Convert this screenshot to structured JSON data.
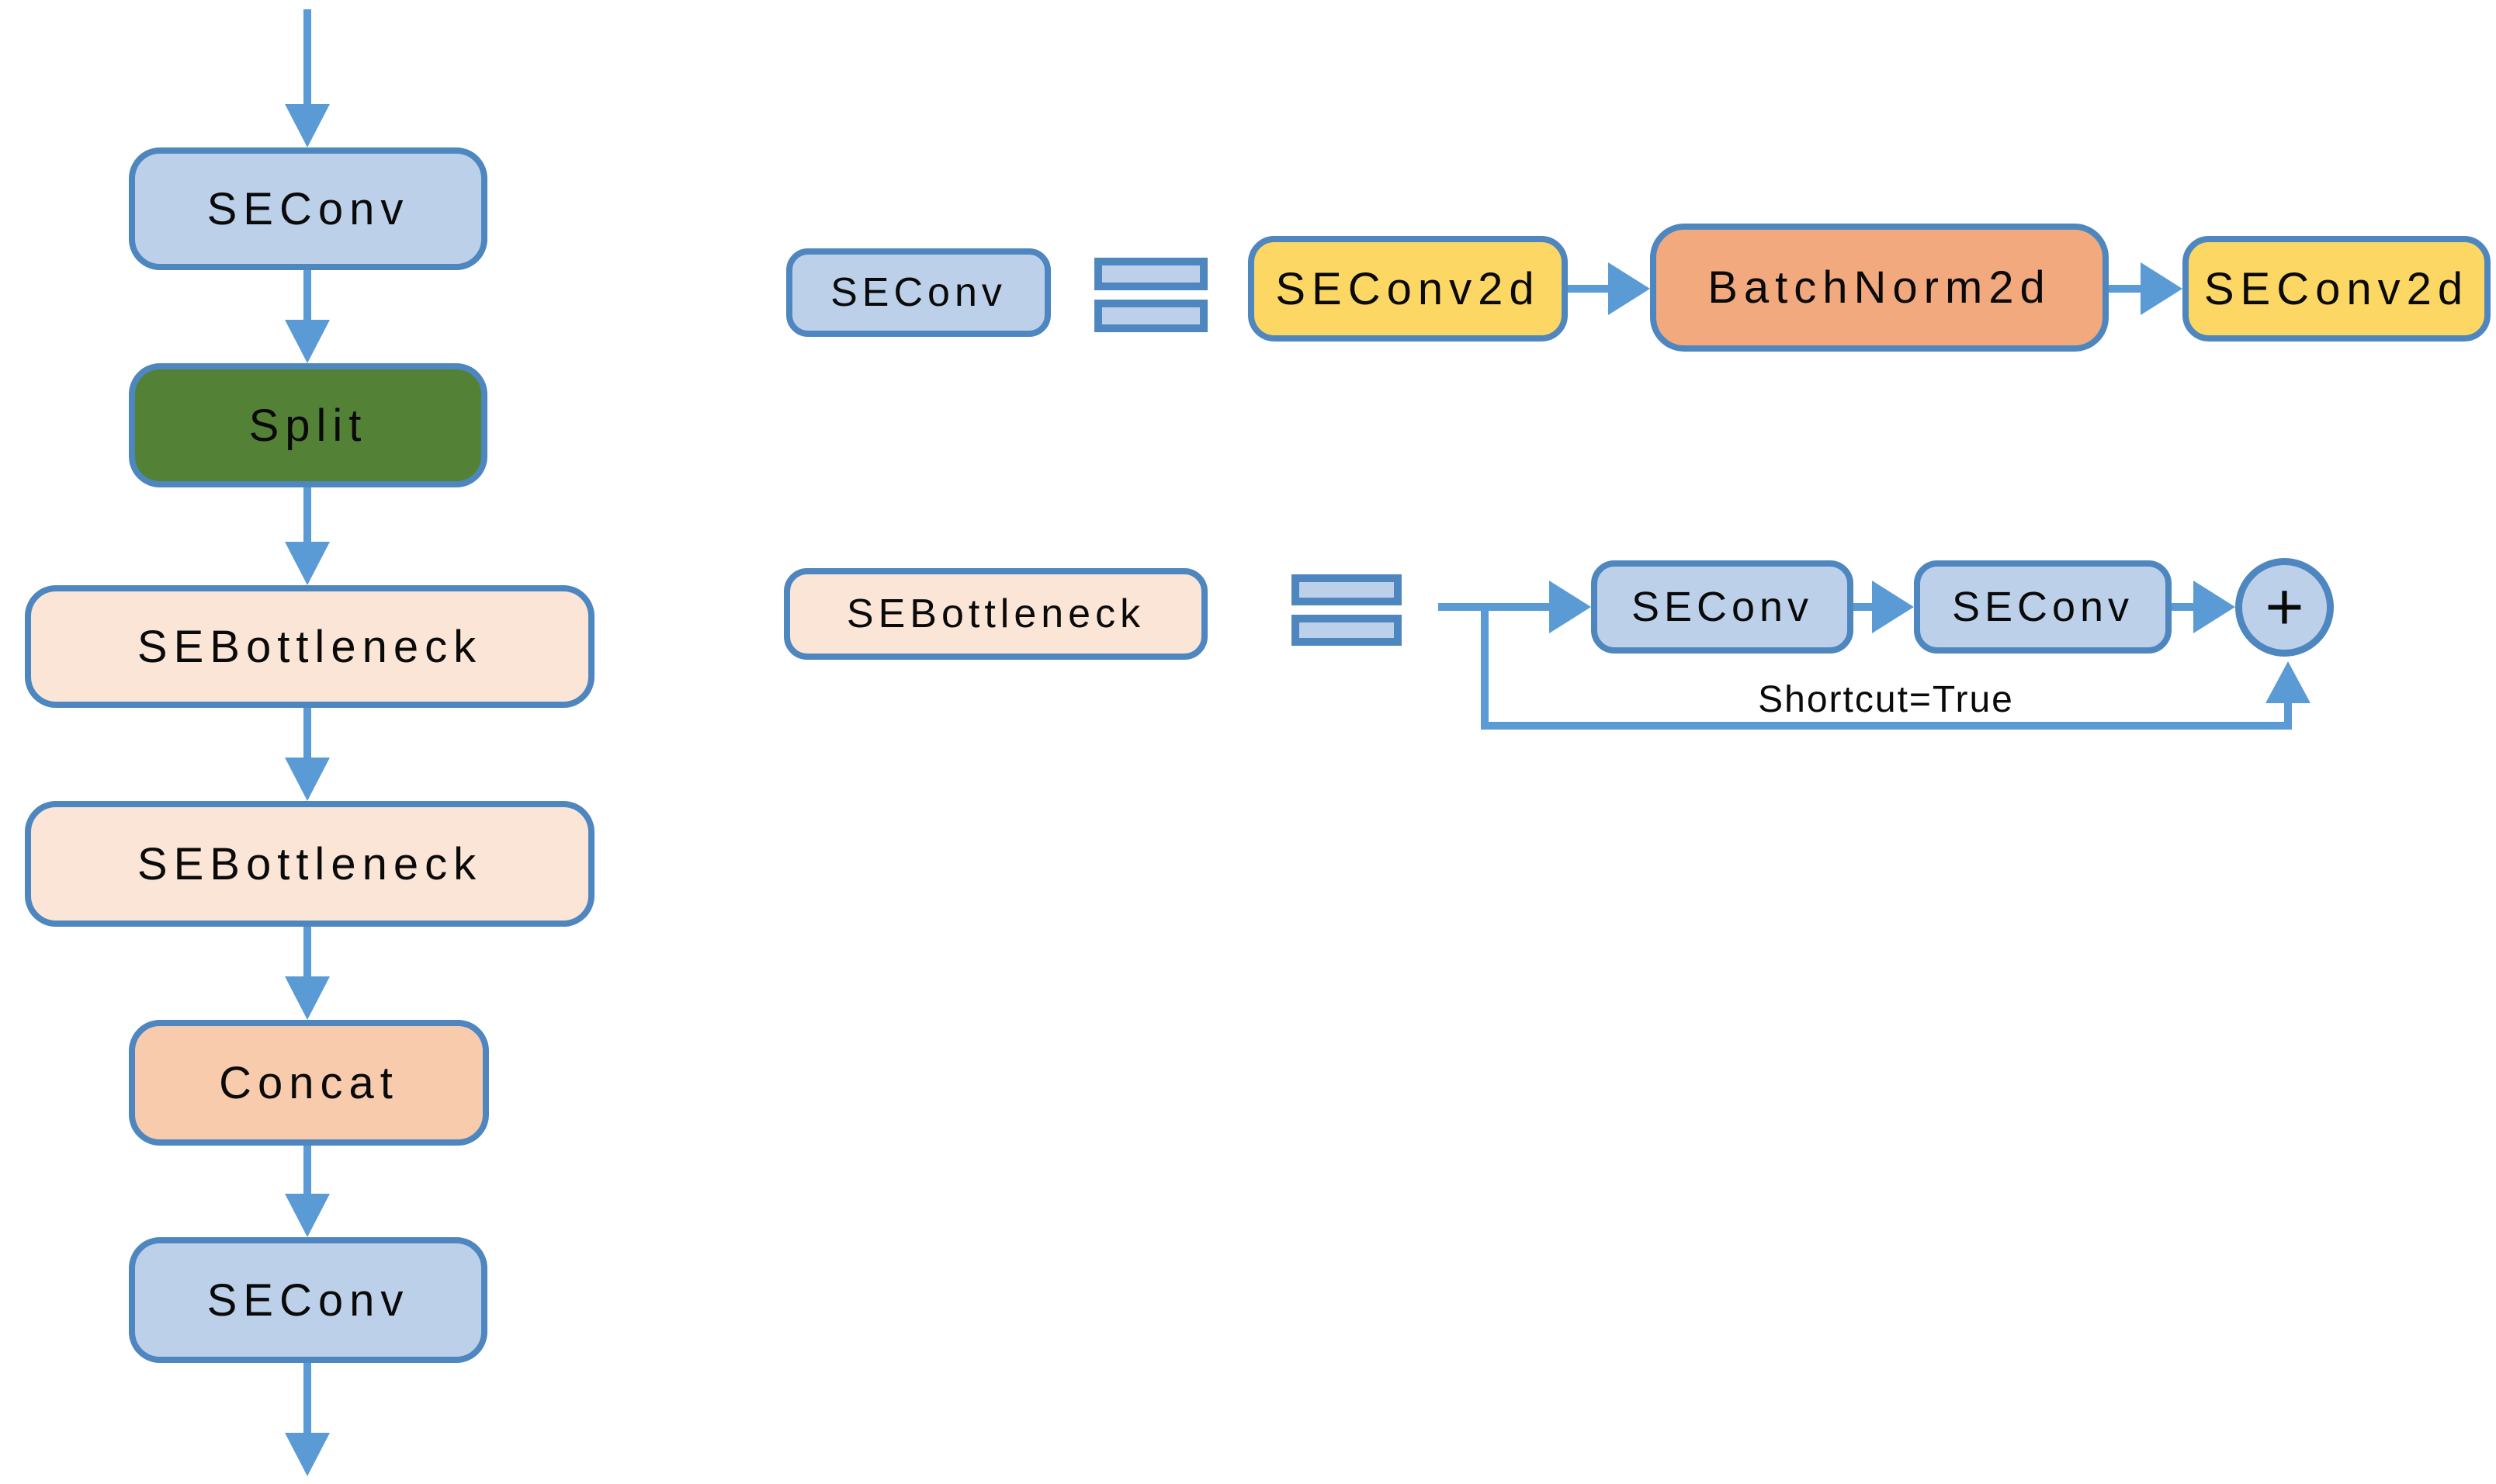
{
  "backbone": {
    "nodes": [
      {
        "label": "SEConv",
        "fill": "#bdd0e9"
      },
      {
        "label": "Split",
        "fill": "#538135"
      },
      {
        "label": "SEBottleneck",
        "fill": "#fbe5d6"
      },
      {
        "label": "SEBottleneck",
        "fill": "#fbe5d6"
      },
      {
        "label": "Concat",
        "fill": "#f8cbad"
      },
      {
        "label": "SEConv",
        "fill": "#bdd0e9"
      }
    ]
  },
  "seconv_definition": {
    "lhs": "SEConv",
    "equals_symbol": "=",
    "steps": [
      {
        "label": "SEConv2d",
        "fill": "#fdd763"
      },
      {
        "label": "BatchNorm2d",
        "fill": "#f1a97d"
      },
      {
        "label": "SEConv2d",
        "fill": "#fdd763"
      }
    ]
  },
  "sebottleneck_definition": {
    "lhs": "SEBottleneck",
    "equals_symbol": "=",
    "steps": [
      {
        "label": "SEConv",
        "fill": "#bdd0e9"
      },
      {
        "label": "SEConv",
        "fill": "#bdd0e9"
      }
    ],
    "sum_symbol": "+",
    "shortcut_label": "Shortcut=True"
  },
  "colors": {
    "node_blue_fill": "#bdd0e9",
    "box_border_blue": "#4e86c0",
    "arrow_blue": "#5b9bd5",
    "split_green": "#538135",
    "bottleneck_cream": "#fbe5d6",
    "concat_orange": "#f8cbad",
    "batchnorm_orange": "#f1a97d",
    "conv2d_yellow": "#fdd763",
    "text": "#0a0a0a"
  }
}
